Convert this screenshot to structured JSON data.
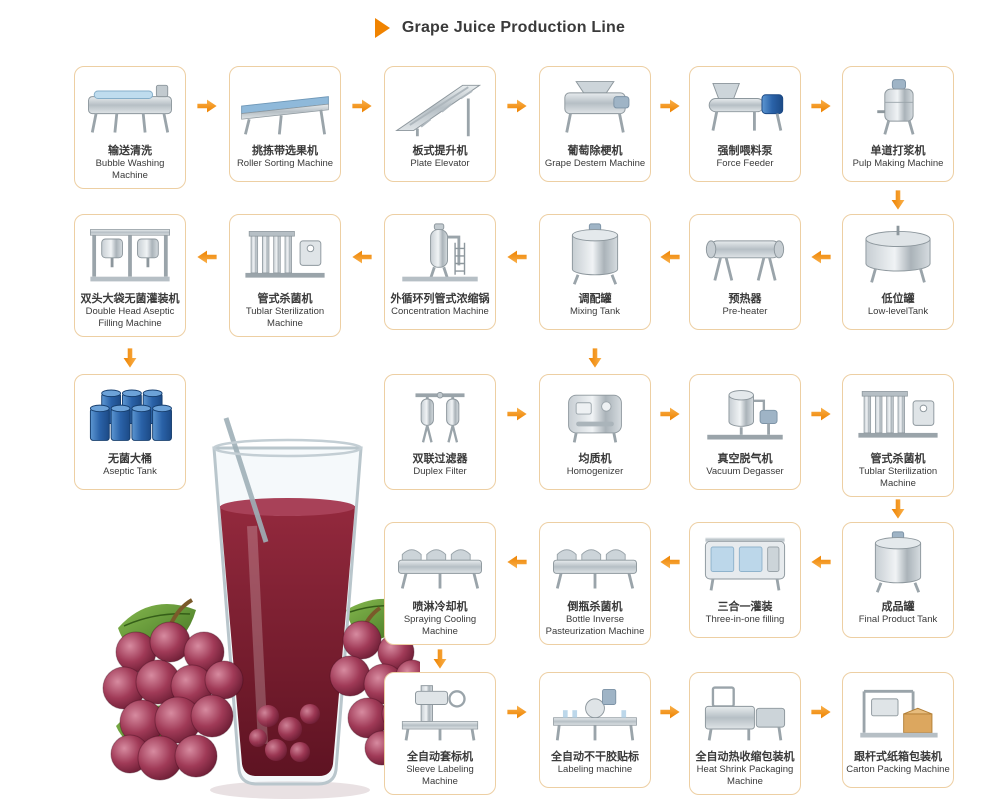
{
  "title": {
    "marker_icon": "orange-triangle-marker",
    "text": "Grape Juice Production Line"
  },
  "colors": {
    "accent": "#F08300",
    "arrow": "#F08300",
    "box_border": "#EDCFA3",
    "label_text": "#3A3A3A",
    "juice": "#7E2337",
    "grape": "#9C3A56",
    "leaf": "#4E7F28",
    "drum_blue": "#2A62A8",
    "steel": "#C7CED3"
  },
  "flow_arrow_icon": "orange-flow-arrow",
  "illustrations": {
    "hero": "glass-of-grape-juice-with-grapes-illustration"
  },
  "stages": [
    {
      "id": "bubble-washing",
      "zh": "输送清洗",
      "en": "Bubble Washing Machine",
      "icon": "bubble-washer"
    },
    {
      "id": "roller-sorting",
      "zh": "挑拣带选果机",
      "en": "Roller Sorting Machine",
      "icon": "roller-sorter"
    },
    {
      "id": "plate-elevator",
      "zh": "板式提升机",
      "en": "Plate Elevator",
      "icon": "plate-elevator"
    },
    {
      "id": "grape-destem",
      "zh": "葡萄除梗机",
      "en": "Grape Destem Machine",
      "icon": "destemmer"
    },
    {
      "id": "force-feeder",
      "zh": "强制喂料泵",
      "en": "Force Feeder",
      "icon": "force-feeder-pump"
    },
    {
      "id": "pulp-making",
      "zh": "单道打浆机",
      "en": "Pulp Making Machine",
      "icon": "pulper"
    },
    {
      "id": "low-level-tank",
      "zh": "低位罐",
      "en": "Low-levelTank",
      "icon": "open-top-tank"
    },
    {
      "id": "pre-heater",
      "zh": "预热器",
      "en": "Pre-heater",
      "icon": "horizontal-heat-exchanger"
    },
    {
      "id": "mixing-tank",
      "zh": "调配罐",
      "en": "Mixing Tank",
      "icon": "vertical-tank"
    },
    {
      "id": "concentration",
      "zh": "外循环列管式浓缩锅",
      "en": "Concentration Machine",
      "icon": "concentration-column"
    },
    {
      "id": "tubular-sterilizer-1",
      "zh": "管式杀菌机",
      "en": "Tublar Sterilization Machine",
      "icon": "tube-sterilizer-skid"
    },
    {
      "id": "double-head-aseptic-filling",
      "zh": "双头大袋无菌灌装机",
      "en": "Double Head Aseptic Filling Machine",
      "icon": "aseptic-filler-gantry"
    },
    {
      "id": "aseptic-tank",
      "zh": "无菌大桶",
      "en": "Aseptic Tank",
      "icon": "blue-drums"
    },
    {
      "id": "duplex-filter",
      "zh": "双联过滤器",
      "en": "Duplex Filter",
      "icon": "duplex-filter"
    },
    {
      "id": "homogenizer",
      "zh": "均质机",
      "en": "Homogenizer",
      "icon": "homogenizer-block"
    },
    {
      "id": "vacuum-degasser",
      "zh": "真空脱气机",
      "en": "Vacuum Degasser",
      "icon": "degasser-skid"
    },
    {
      "id": "tubular-sterilizer-2",
      "zh": "管式杀菌机",
      "en": "Tublar Sterilization Machine",
      "icon": "tube-sterilizer-skid"
    },
    {
      "id": "final-product-tank",
      "zh": "成品罐",
      "en": "Final Product Tank",
      "icon": "vertical-tank"
    },
    {
      "id": "three-in-one-filling",
      "zh": "三合一灌装",
      "en": "Three-in-one filling",
      "icon": "monoblock-filler"
    },
    {
      "id": "bottle-inverse-pasteurization",
      "zh": "倒瓶杀菌机",
      "en": "Bottle Inverse Pasteurization Machine",
      "icon": "pasteurizing-tunnel"
    },
    {
      "id": "spraying-cooling",
      "zh": "喷淋冷却机",
      "en": "Spraying Cooling Machine",
      "icon": "cooling-tunnel"
    },
    {
      "id": "sleeve-labeling",
      "zh": "全自动套标机",
      "en": "Sleeve Labeling Machine",
      "icon": "sleeve-labeler"
    },
    {
      "id": "labeling",
      "zh": "全自动不干胶贴标",
      "en": "Labeling machine",
      "icon": "adhesive-labeler"
    },
    {
      "id": "heat-shrink-packaging",
      "zh": "全自动热收缩包装机",
      "en": "Heat Shrink Packaging Machine",
      "icon": "shrink-wrapper"
    },
    {
      "id": "carton-packing",
      "zh": "跟杆式纸箱包装机",
      "en": "Carton Packing Machine",
      "icon": "carton-packer"
    }
  ]
}
